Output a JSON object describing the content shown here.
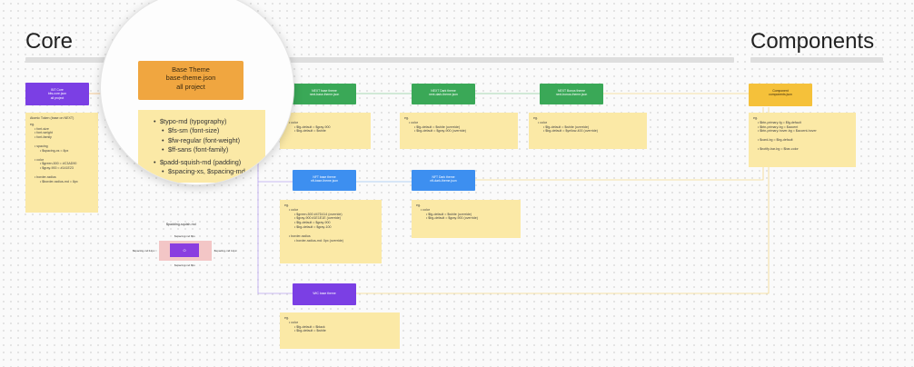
{
  "sections": {
    "core": "Core",
    "components": "Components"
  },
  "nodes": {
    "bit_core": {
      "lines": [
        "BIT Core",
        "bits-core.json",
        "all project"
      ],
      "color": "#7b3fe4"
    },
    "next_base": {
      "lines": [
        "NEXT base theme",
        "next-base-theme.json"
      ],
      "color": "#3aa857"
    },
    "next_dark": {
      "lines": [
        "NEXT Dark theme",
        "next-dark-theme.json"
      ],
      "color": "#3aa857"
    },
    "next_bonus": {
      "lines": [
        "NEXT Bonus theme",
        "next-bonus-theme.json"
      ],
      "color": "#3aa857"
    },
    "nft_base": {
      "lines": [
        "NFT base theme",
        "nft-base-theme.json"
      ],
      "color": "#3d8ff0"
    },
    "nft_dark": {
      "lines": [
        "NFT Dark theme",
        "nft-dark-theme.json"
      ],
      "color": "#3d8ff0"
    },
    "wic_base": {
      "lines": [
        "WIC base theme"
      ],
      "color": "#7b3fe4"
    },
    "component": {
      "lines": [
        "Component",
        "components.json"
      ],
      "color": "#f5c13a"
    }
  },
  "notes": {
    "atomic": {
      "title": "Atomic Token (base on NEXT)",
      "lines": [
        {
          "t": "eg.",
          "i": 0
        },
        {
          "t": "font-size",
          "i": 1
        },
        {
          "t": "font-weight",
          "i": 1
        },
        {
          "t": "font-family",
          "i": 1
        },
        {
          "gap": true
        },
        {
          "t": "spacing",
          "i": 1
        },
        {
          "t": "$spacing-xs = 8px",
          "i": 2
        },
        {
          "gap": true
        },
        {
          "t": "color",
          "i": 1
        },
        {
          "t": "$green-500 = #C3AD90",
          "i": 2
        },
        {
          "t": "$gray-900 = #141E23",
          "i": 2
        },
        {
          "gap": true
        },
        {
          "t": "border-radius",
          "i": 1
        },
        {
          "t": "$border-radius-md = 8px",
          "i": 2
        }
      ]
    },
    "next_base": {
      "lines": [
        {
          "t": "eg.",
          "i": 0
        },
        {
          "t": "color",
          "i": 1
        },
        {
          "t": "$fg-default = $gray-900",
          "i": 2
        },
        {
          "t": "$bg-default = $white",
          "i": 2
        }
      ]
    },
    "next_dark": {
      "lines": [
        {
          "t": "eg.",
          "i": 0
        },
        {
          "t": "color",
          "i": 1
        },
        {
          "t": "$fg-default = $white (override)",
          "i": 2
        },
        {
          "t": "$bg-default = $gray-900 (override)",
          "i": 2
        }
      ]
    },
    "next_bonus": {
      "lines": [
        {
          "t": "eg.",
          "i": 0
        },
        {
          "t": "color",
          "i": 1
        },
        {
          "t": "$fg-default = $white (override)",
          "i": 2
        },
        {
          "t": "$bg-default = $yellow-400 (override)",
          "i": 2
        }
      ]
    },
    "nft_base": {
      "lines": [
        {
          "t": "eg.",
          "i": 0
        },
        {
          "t": "color",
          "i": 1
        },
        {
          "t": "$green-500 #47D414 (override)",
          "i": 2
        },
        {
          "t": "$gray-900 #1E1E1E (override)",
          "i": 2
        },
        {
          "t": "$fg-default = $gray-900",
          "i": 2
        },
        {
          "t": "$bg-default = $gray-100",
          "i": 2
        },
        {
          "gap": true
        },
        {
          "t": "border-radius",
          "i": 1
        },
        {
          "t": "border-radius-md: 0px (override)",
          "i": 2
        }
      ]
    },
    "nft_dark": {
      "lines": [
        {
          "t": "eg.",
          "i": 0
        },
        {
          "t": "color",
          "i": 1
        },
        {
          "t": "$fg-default = $white (override)",
          "i": 2
        },
        {
          "t": "$bg-default = $gray-900 (override)",
          "i": 2
        }
      ]
    },
    "wic_base": {
      "lines": [
        {
          "t": "eg.",
          "i": 0
        },
        {
          "t": "color",
          "i": 1
        },
        {
          "t": "$fg-default = $black",
          "i": 2
        },
        {
          "t": "$bg-default = $white",
          "i": 2
        }
      ]
    },
    "component": {
      "lines": [
        {
          "t": "eg.",
          "i": 0
        },
        {
          "t": "$btn-primary-fg = $fg-default",
          "i": 1
        },
        {
          "t": "$btn-primary-bg = $accent",
          "i": 1
        },
        {
          "t": "$btn-primary-hover-bg = $accent-hover",
          "i": 1
        },
        {
          "gap": true
        },
        {
          "t": "$card-bg = $bg-default",
          "i": 1
        },
        {
          "gap": true
        },
        {
          "t": "$notify-bar-bg = $bar-color",
          "i": 1
        }
      ]
    }
  },
  "magnifier": {
    "node_lines": [
      "Base Theme",
      "base-theme.json",
      "all project"
    ],
    "node_color": "#f0a640",
    "items": [
      {
        "t": "$typo-md (typography)",
        "level": 1
      },
      {
        "t": "$fs-sm (font-size)",
        "level": 2
      },
      {
        "t": "$fw-regular (font-weight)",
        "level": 2
      },
      {
        "t": "$ff-sans (font-family)",
        "level": 2
      },
      {
        "gap": true
      },
      {
        "t": "$padd-squish-md (padding)",
        "level": 1
      },
      {
        "t": "$spacing-xs, $spacing-md",
        "level": 2
      }
    ]
  },
  "spacing_example": {
    "title": "$padding-squish-md",
    "top": "$spacing-md 8px",
    "bottom": "$spacing-md 8px",
    "left": "$spacing-md 12px",
    "right": "$spacing-md 12px",
    "center": "O"
  },
  "colors": {
    "wire_purple": "#b9a4f0",
    "wire_orange": "#f2b871",
    "wire_green": "#8ccd9c",
    "wire_yellow": "#f3d98a"
  }
}
